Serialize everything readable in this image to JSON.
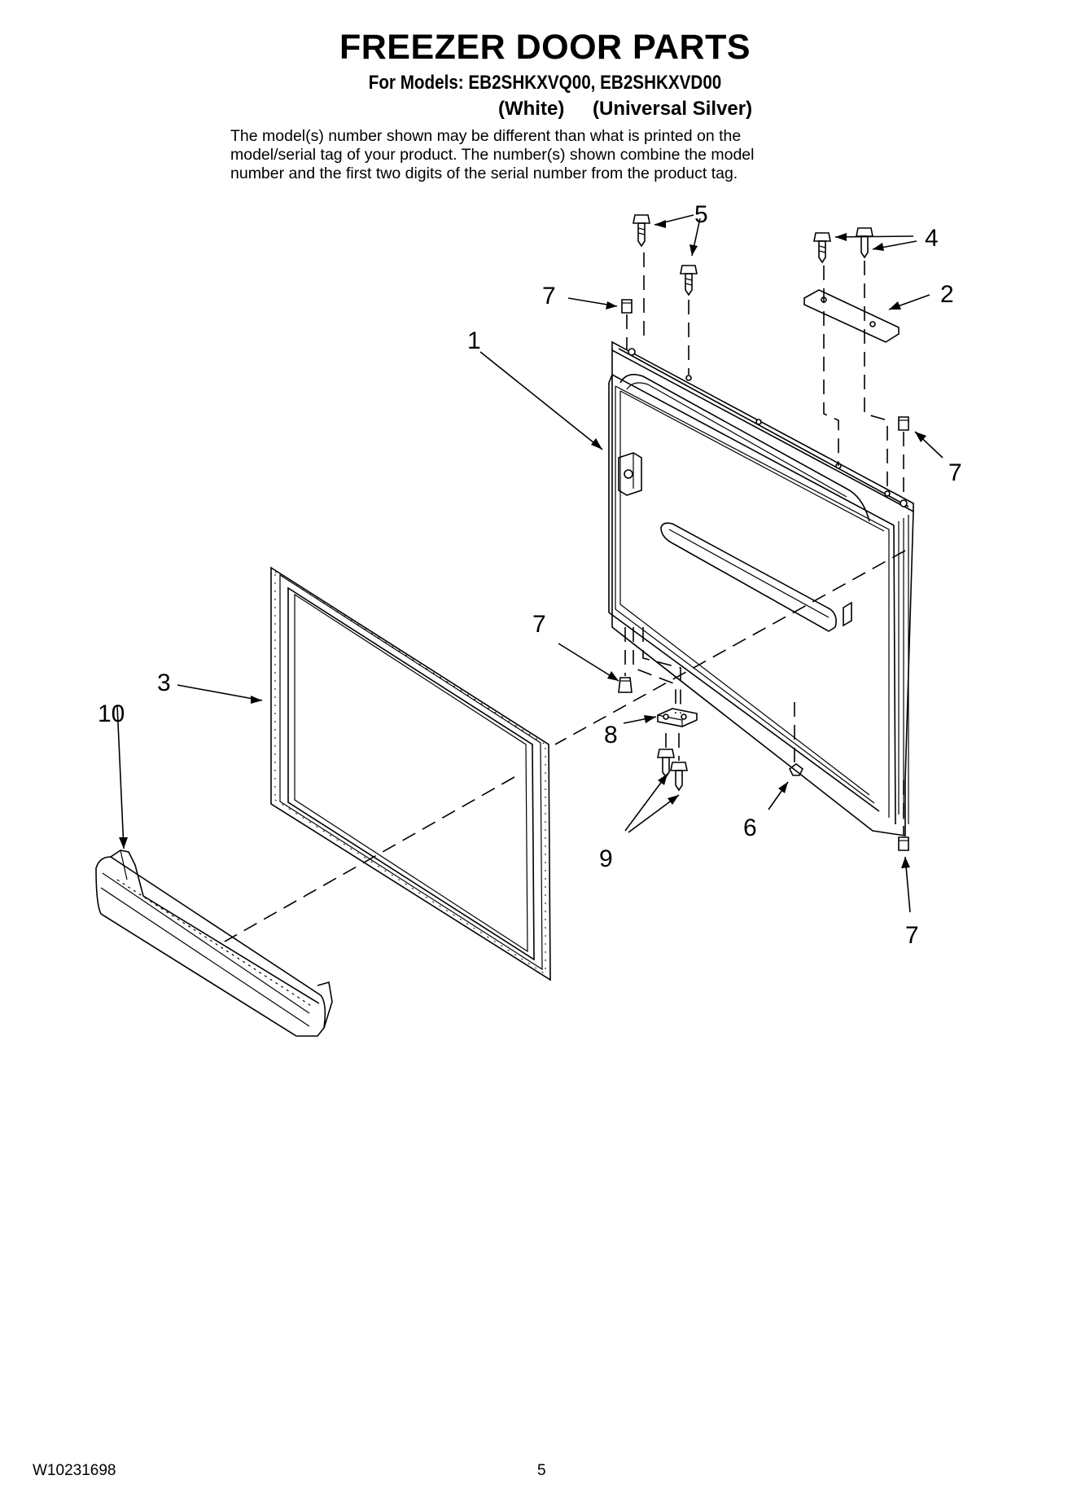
{
  "header": {
    "title": "FREEZER DOOR PARTS",
    "models_line": "For Models: EB2SHKXVQ00, EB2SHKXVD00",
    "variant_1": "(White)",
    "variant_2": "(Universal Silver)",
    "note_lines": [
      "The model(s) number shown may be different than what is printed on the",
      "model/serial tag of your product. The number(s) shown combine the model",
      "number and the first two digits of the serial number from the product tag."
    ]
  },
  "diagram": {
    "callouts": {
      "door": "1",
      "hinge_cover": "2",
      "gasket": "3",
      "screw_top_right": "4",
      "screw_top_left": "5",
      "plug": "6",
      "bushing_top_left": "7",
      "bushing_right": "7",
      "bushing_bottom_left": "7",
      "bushing_bottom_right": "7",
      "bottom_bracket": "8",
      "screw_bottom": "9",
      "door_bin": "10"
    }
  },
  "footer": {
    "doc_number": "W10231698",
    "page_number": "5"
  }
}
